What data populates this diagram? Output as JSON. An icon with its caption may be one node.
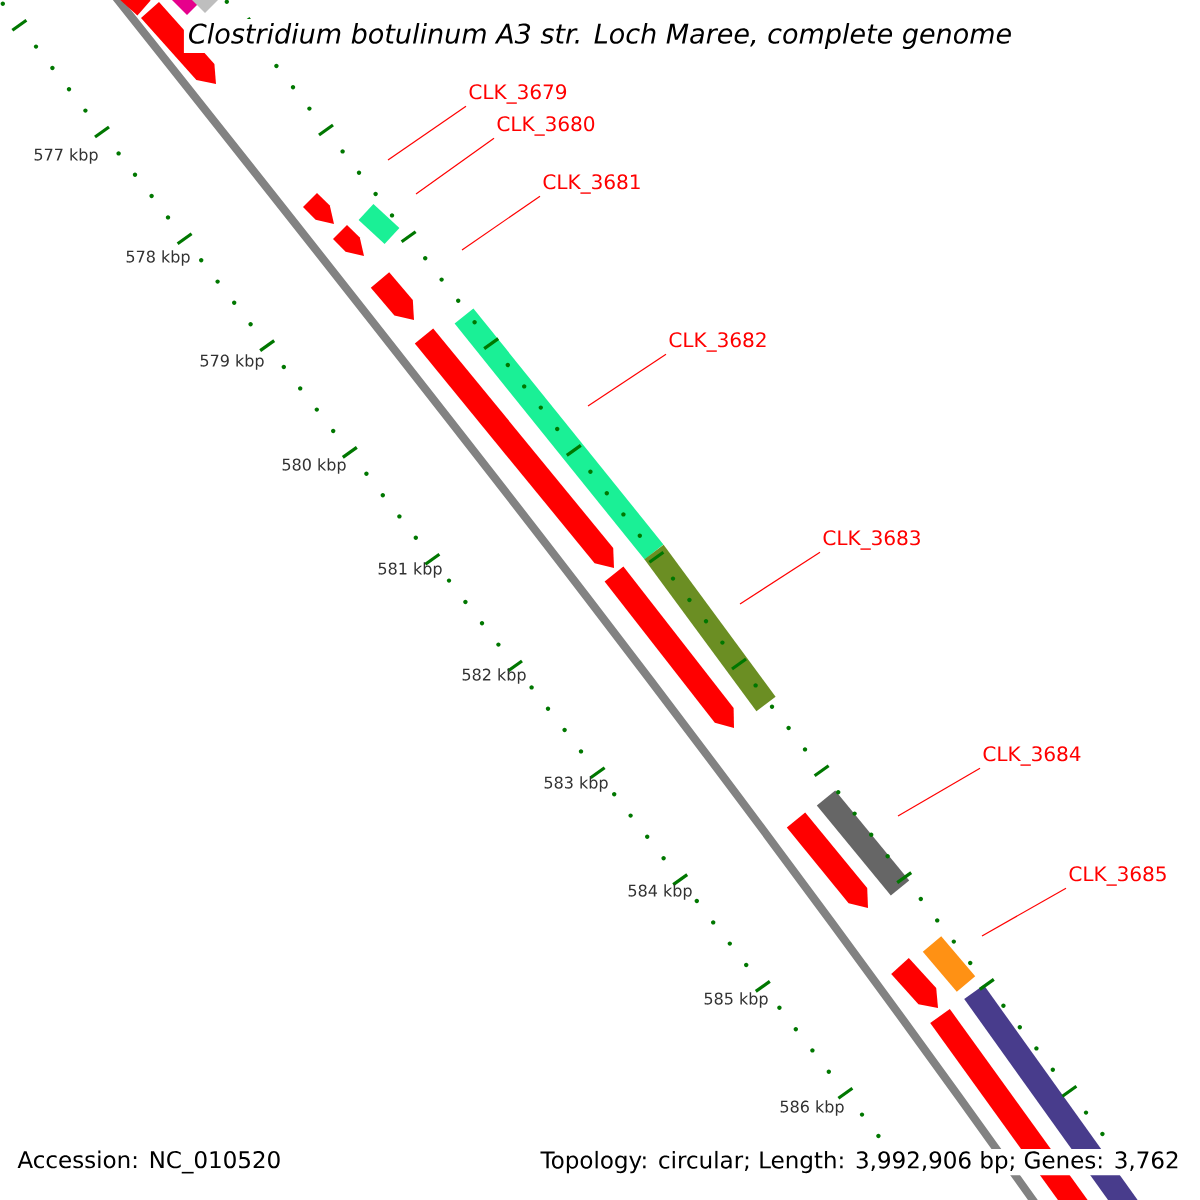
{
  "diagram": {
    "title": "Clostridium botulinum A3 str. Loch Maree, complete genome",
    "nodes": [
      {
        "text": [
          "CLK_3679"
        ]
      },
      {
        "text": [
          "CLK_3680"
        ]
      },
      {
        "text": [
          "CLK_3681"
        ]
      },
      {
        "text": [
          "CLK_3682"
        ]
      },
      {
        "text": [
          "CLK_3683"
        ]
      },
      {
        "text": [
          "CLK_3684"
        ]
      },
      {
        "text": [
          "CLK_3685"
        ]
      }
    ],
    "edges": [
      {
        "from": 0,
        "to": null,
        "arrow": "none"
      },
      {
        "from": 1,
        "to": null,
        "arrow": "none"
      },
      {
        "from": 2,
        "to": null,
        "arrow": "none"
      },
      {
        "from": 3,
        "to": null,
        "arrow": "none"
      },
      {
        "from": 4,
        "to": null,
        "arrow": "none"
      },
      {
        "from": 5,
        "to": null,
        "arrow": "none"
      },
      {
        "from": 6,
        "to": null,
        "arrow": "none"
      }
    ],
    "labels": [
      "577 kbp",
      "578 kbp",
      "579 kbp",
      "580 kbp",
      "581 kbp",
      "582 kbp",
      "583 kbp",
      "584 kbp",
      "585 kbp",
      "586 kbp",
      "Accession: NC_010520",
      "Topology: circular; Length: 3,992,906 bp; Genes: 3,762"
    ]
  }
}
